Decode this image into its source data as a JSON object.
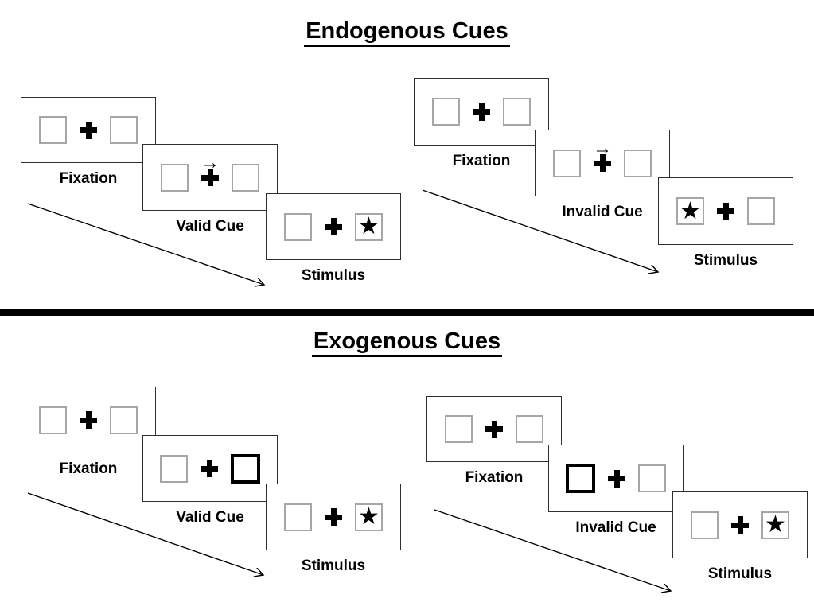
{
  "sections": [
    {
      "title": "Endogenous Cues",
      "cue_type": "central-arrow",
      "sequences": [
        {
          "condition": "valid",
          "cue_direction": "right",
          "target_side": "right",
          "steps": [
            {
              "label": "Fixation",
              "screen": "fixation"
            },
            {
              "label": "Valid Cue",
              "screen": "arrow-cue"
            },
            {
              "label": "Stimulus",
              "screen": "stimulus"
            }
          ]
        },
        {
          "condition": "invalid",
          "cue_direction": "right",
          "target_side": "left",
          "steps": [
            {
              "label": "Fixation",
              "screen": "fixation"
            },
            {
              "label": "Invalid Cue",
              "screen": "arrow-cue"
            },
            {
              "label": "Stimulus",
              "screen": "stimulus"
            }
          ]
        }
      ]
    },
    {
      "title": "Exogenous Cues",
      "cue_type": "peripheral-box-highlight",
      "sequences": [
        {
          "condition": "valid",
          "cue_side": "right",
          "target_side": "right",
          "steps": [
            {
              "label": "Fixation",
              "screen": "fixation"
            },
            {
              "label": "Valid Cue",
              "screen": "box-cue"
            },
            {
              "label": "Stimulus",
              "screen": "stimulus"
            }
          ]
        },
        {
          "condition": "invalid",
          "cue_side": "left",
          "target_side": "right",
          "steps": [
            {
              "label": "Fixation",
              "screen": "fixation"
            },
            {
              "label": "Invalid Cue",
              "screen": "box-cue"
            },
            {
              "label": "Stimulus",
              "screen": "stimulus"
            }
          ]
        }
      ]
    }
  ],
  "symbols": {
    "fixation_cross": "+",
    "cue_arrow": "→",
    "target_star": "★"
  },
  "colors": {
    "ink": "#000000",
    "panel_border": "#2e2e2e",
    "box_border": "#a6a6a6",
    "background": "#ffffff"
  }
}
